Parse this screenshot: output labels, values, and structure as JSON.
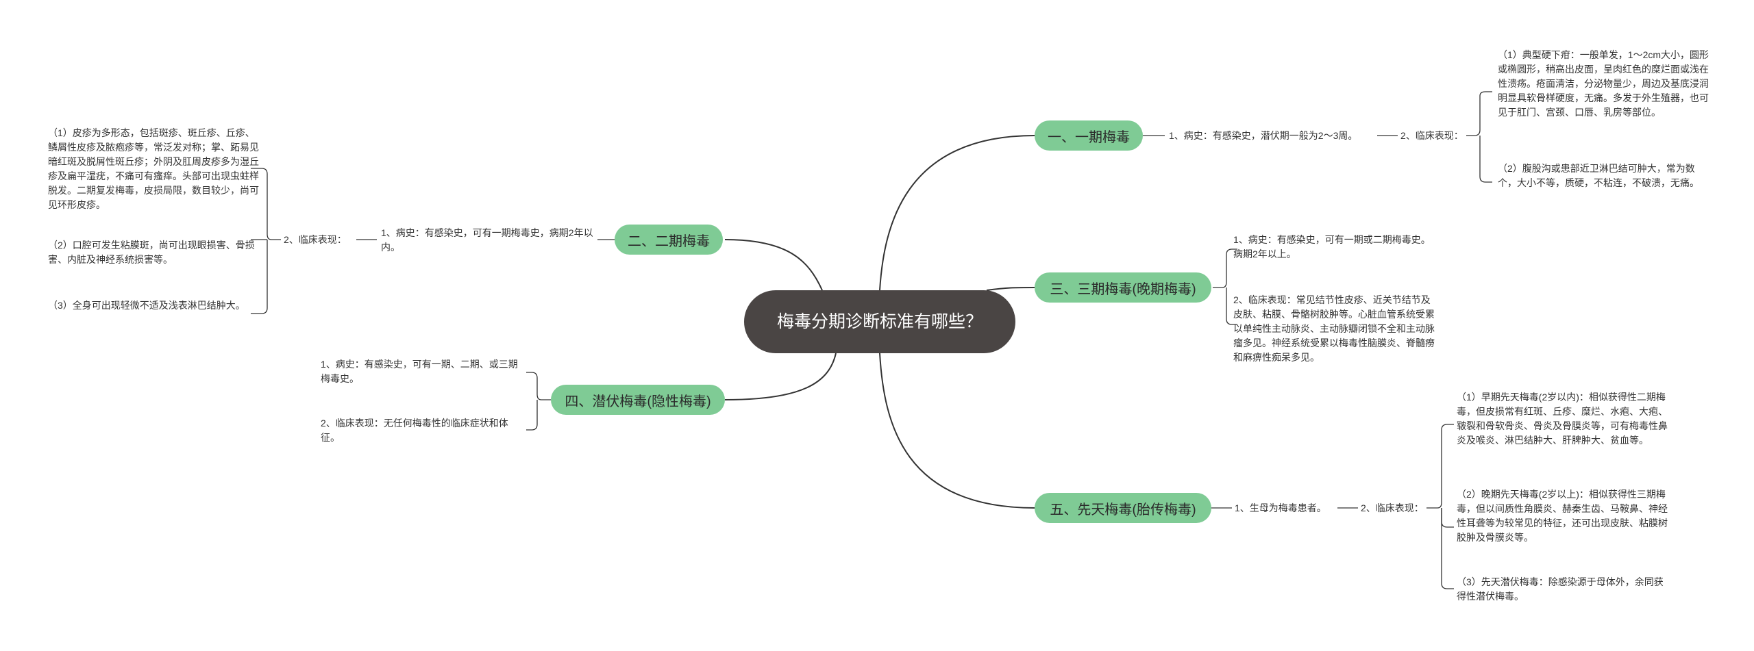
{
  "central_topic": "梅毒分期诊断标准有哪些？",
  "branches": {
    "b1": {
      "title": "一、一期梅毒",
      "history": "1、病史：有感染史，潜伏期一般为2～3周。",
      "clinical_label": "2、临床表现：",
      "items": [
        "（1）典型硬下疳：一般单发，1～2cm大小，圆形或椭圆形，稍高出皮面，呈肉红色的糜烂面或浅在性溃疡。疮面清洁，分泌物量少，周边及基底浸润明显具软骨样硬度，无痛。多发于外生殖器，也可见于肛门、宫颈、口唇、乳房等部位。",
        "（2）腹股沟或患部近卫淋巴结可肿大，常为数个，大小不等，质硬，不粘连，不破溃，无痛。"
      ]
    },
    "b2": {
      "title": "二、二期梅毒",
      "history": "1、病史：有感染史，可有一期梅毒史，病期2年以内。",
      "clinical_label": "2、临床表现：",
      "items": [
        "（1）皮疹为多形态，包括斑疹、斑丘疹、丘疹、鳞屑性皮疹及脓疱疹等，常泛发对称；掌、跖易见暗红斑及脱屑性斑丘疹；外阴及肛周皮疹多为湿丘疹及扁平湿疣，不痛可有瘙痒。头部可出现虫蛀样脱发。二期复发梅毒，皮损局限，数目较少，尚可见环形皮疹。",
        "（2）口腔可发生粘膜斑，尚可出现眼损害、骨损害、内脏及神经系统损害等。",
        "（3）全身可出现轻微不适及浅表淋巴结肿大。"
      ]
    },
    "b3": {
      "title": "三、三期梅毒(晚期梅毒)",
      "items": [
        "1、病史：有感染史，可有一期或二期梅毒史。病期2年以上。",
        "2、临床表现：常见结节性皮疹、近关节结节及皮肤、粘膜、骨骼树胶肿等。心脏血管系统受累以单纯性主动脉炎、主动脉瓣闭锁不全和主动脉瘤多见。神经系统受累以梅毒性脑膜炎、脊髓痨和麻痹性痴呆多见。"
      ]
    },
    "b4": {
      "title": "四、潜伏梅毒(隐性梅毒)",
      "items": [
        "1、病史：有感染史，可有一期、二期、或三期梅毒史。",
        "2、临床表现：无任何梅毒性的临床症状和体征。"
      ]
    },
    "b5": {
      "title": "五、先天梅毒(胎传梅毒)",
      "history": "1、生母为梅毒患者。",
      "clinical_label": "2、临床表现：",
      "items": [
        "（1）早期先天梅毒(2岁以内)：相似获得性二期梅毒，但皮损常有红斑、丘疹、糜烂、水疱、大疱、皲裂和骨软骨炎、骨炎及骨膜炎等，可有梅毒性鼻炎及喉炎、淋巴结肿大、肝脾肿大、贫血等。",
        "（2）晚期先天梅毒(2岁以上)：相似获得性三期梅毒，但以间质性角膜炎、赫秦生齿、马鞍鼻、神经性耳聋等为较常见的特征，还可出现皮肤、粘膜树胶肿及骨膜炎等。",
        "（3）先天潜伏梅毒：除感染源于母体外，余同获得性潜伏梅毒。"
      ]
    }
  },
  "colors": {
    "root_bg": "#4a4544",
    "branch_bg": "#7fcb95",
    "line": "#333333"
  }
}
